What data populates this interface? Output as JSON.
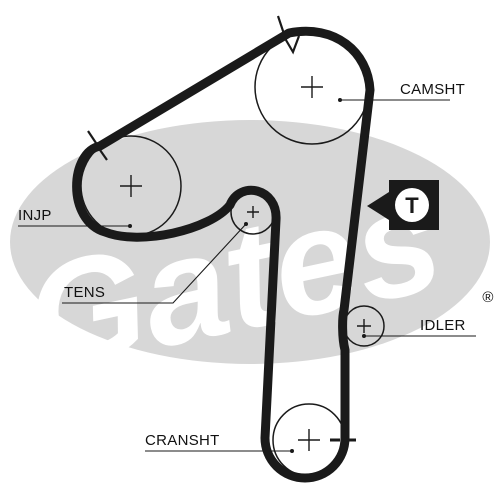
{
  "watermark": {
    "brand": "Gates",
    "registered_mark": "®",
    "color": "#d7d7d7"
  },
  "diagram": {
    "belt_color": "#1a1a1a",
    "pulleys": {
      "camshaft": {
        "label": "CAMSHT"
      },
      "injection_pump": {
        "label": "INJP"
      },
      "tensioner": {
        "label": "TENS"
      },
      "idler": {
        "label": "IDLER"
      },
      "crankshaft": {
        "label": "CRANSHT"
      }
    },
    "tensioner_badge": {
      "letter": "T"
    }
  }
}
